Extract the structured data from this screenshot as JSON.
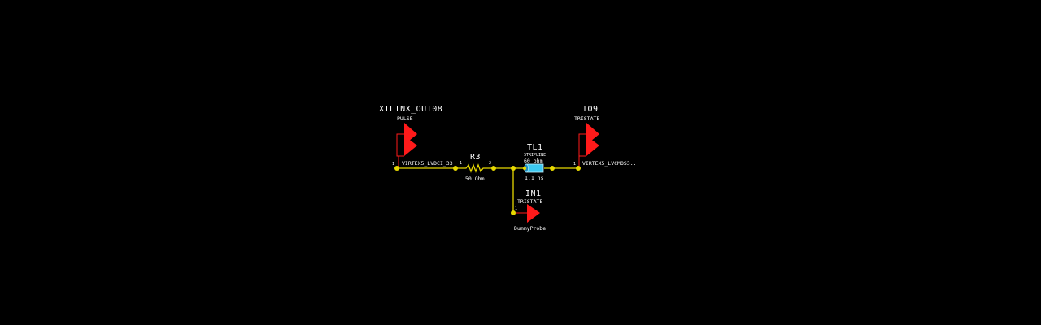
{
  "colors": {
    "background": "#000000",
    "wire": "#e6d800",
    "driver": "#ff1a1a",
    "tline": "#3cc8f0",
    "text": "#ffffff"
  },
  "components": {
    "u1": {
      "ref": "XILINX_OUT08",
      "model": "PULSE",
      "ibis": "VIRTEX5_LVDCI_33",
      "pin": "1"
    },
    "r3": {
      "ref": "R3",
      "value": "50 Ohm",
      "pin1": "1",
      "pin2": "2"
    },
    "tl1": {
      "ref": "TL1",
      "type": "STRIPLINE",
      "impedance": "60 ohm",
      "delay": "1.1 ns"
    },
    "io9": {
      "ref": "IO9",
      "model": "TRISTATE",
      "ibis": "VIRTEX5_LVCMOS3...",
      "pin": "1"
    },
    "in1": {
      "ref": "IN1",
      "model": "TRISTATE",
      "ibis": "DummyProbe",
      "pin": "1"
    }
  }
}
